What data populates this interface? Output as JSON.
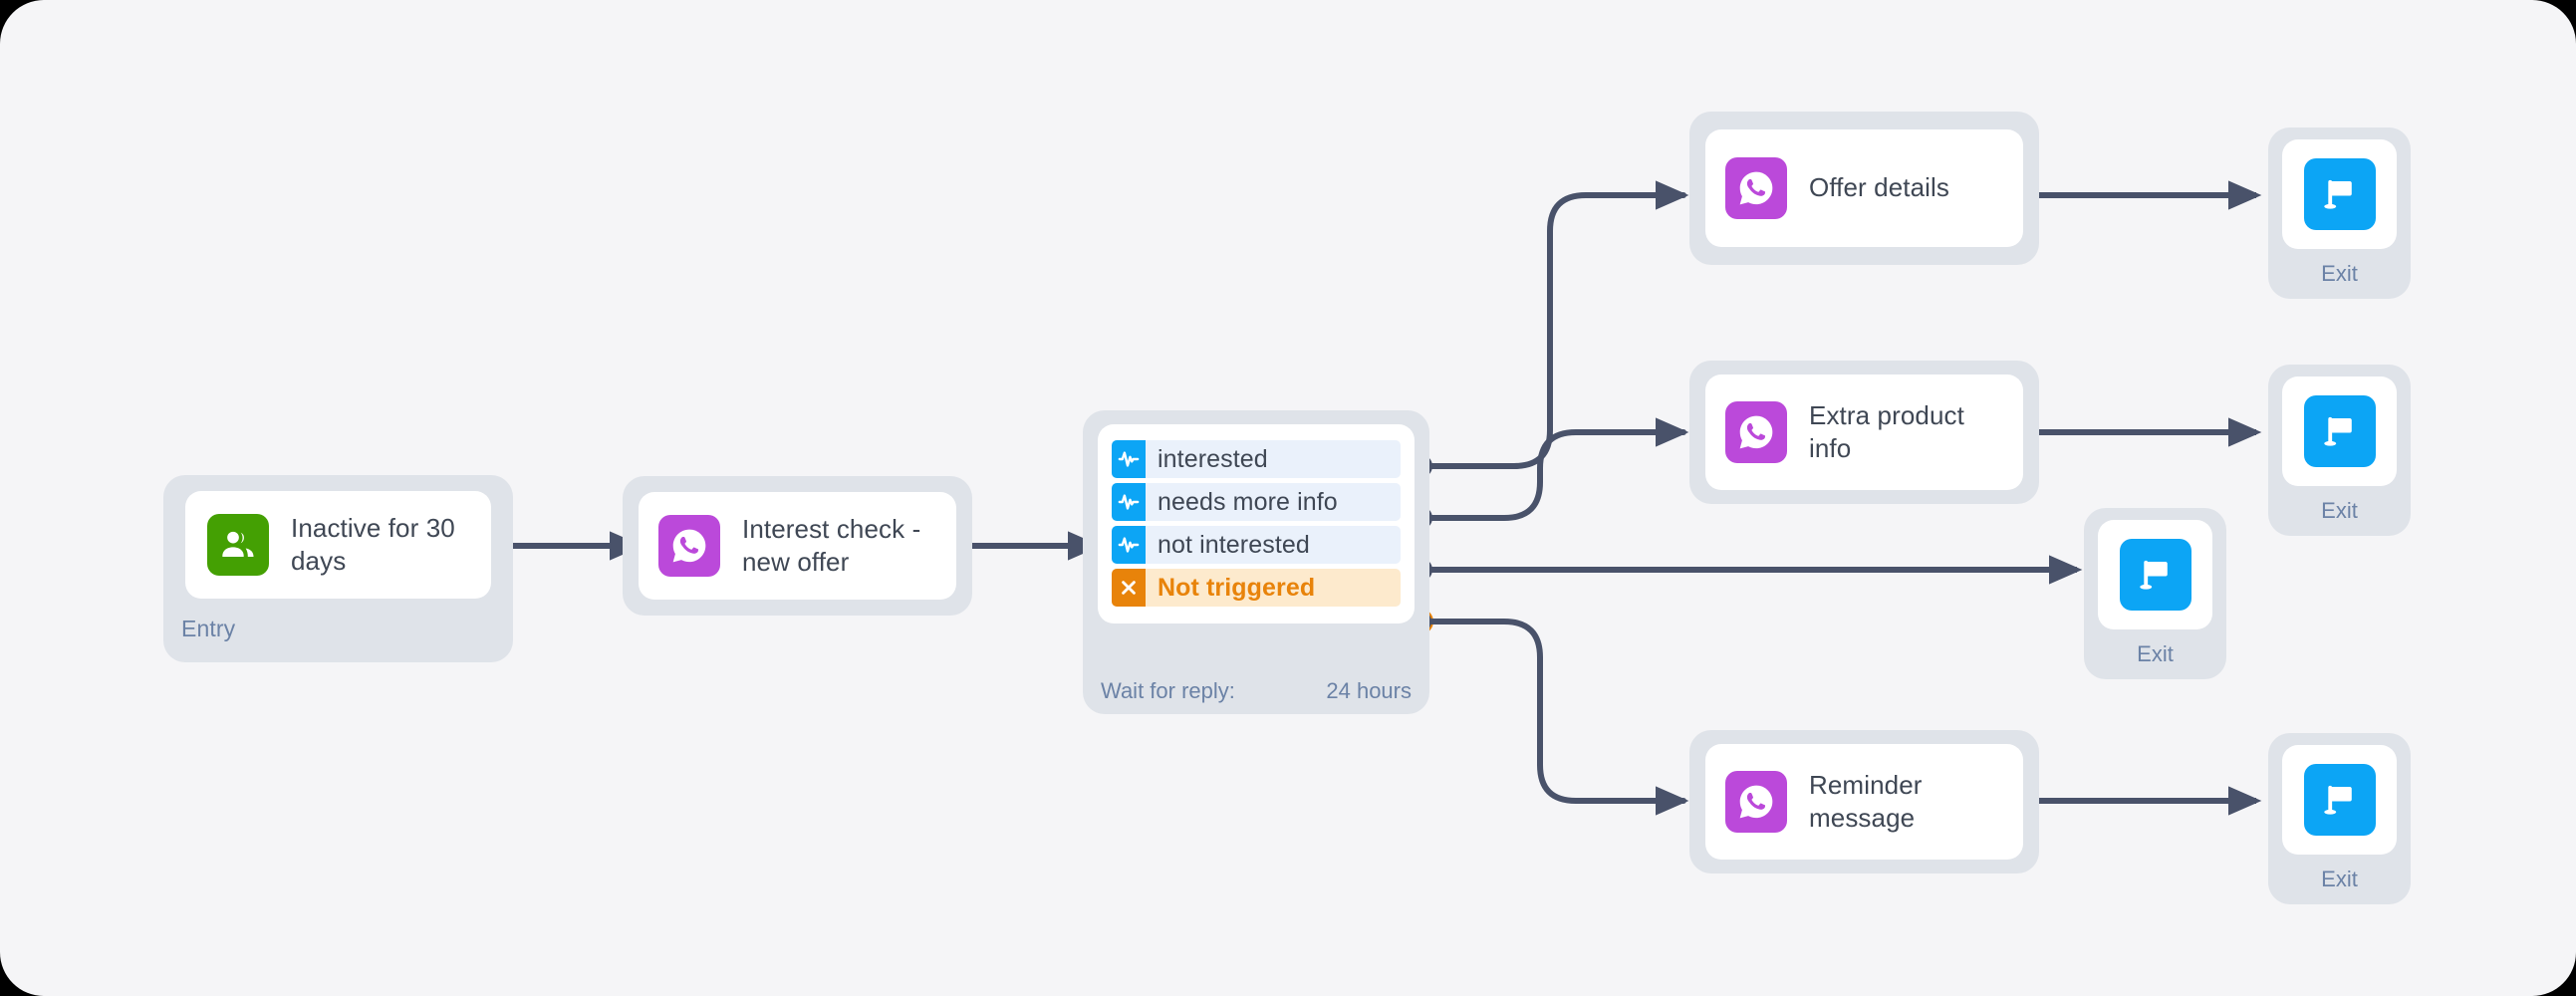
{
  "canvas": {
    "background": "#f5f5f7",
    "frame_background": "#000000"
  },
  "theme": {
    "node_shell": "#dfe3e9",
    "node_body": "#ffffff",
    "edge": "#49526a",
    "text_primary": "#3f4754",
    "text_muted": "#6b82a6",
    "green": "#44a003",
    "purple": "#bb49da",
    "blue": "#0ca5f5",
    "orange": "#e8830a",
    "row_blue": "#eaf1fb",
    "row_orange": "#fdeacd"
  },
  "flow": {
    "entry": {
      "label": "Inactive for 30 days",
      "caption": "Entry",
      "icon": "audience-people-icon",
      "icon_color": "#44a003"
    },
    "message_start": {
      "label": "Interest check - new offer",
      "icon": "whatsapp-icon",
      "icon_color": "#bb49da"
    },
    "condition": {
      "branches": [
        {
          "label": "interested",
          "icon": "pulse-icon",
          "style": "blue"
        },
        {
          "label": "needs more info",
          "icon": "pulse-icon",
          "style": "blue"
        },
        {
          "label": "not interested",
          "icon": "pulse-icon",
          "style": "blue"
        },
        {
          "label": "Not triggered",
          "icon": "close-x-icon",
          "style": "orange"
        }
      ],
      "footer_label": "Wait for reply:",
      "footer_value": "24 hours"
    },
    "messages": [
      {
        "label": "Offer details",
        "icon": "whatsapp-icon",
        "icon_color": "#bb49da"
      },
      {
        "label": "Extra product info",
        "icon": "whatsapp-icon",
        "icon_color": "#bb49da"
      },
      {
        "label": "Reminder message",
        "icon": "whatsapp-icon",
        "icon_color": "#bb49da"
      }
    ],
    "exits": [
      {
        "caption": "Exit",
        "icon": "flag-icon",
        "icon_color": "#0ca5f5"
      },
      {
        "caption": "Exit",
        "icon": "flag-icon",
        "icon_color": "#0ca5f5"
      },
      {
        "caption": "Exit",
        "icon": "flag-icon",
        "icon_color": "#0ca5f5"
      },
      {
        "caption": "Exit",
        "icon": "flag-icon",
        "icon_color": "#0ca5f5"
      }
    ]
  }
}
